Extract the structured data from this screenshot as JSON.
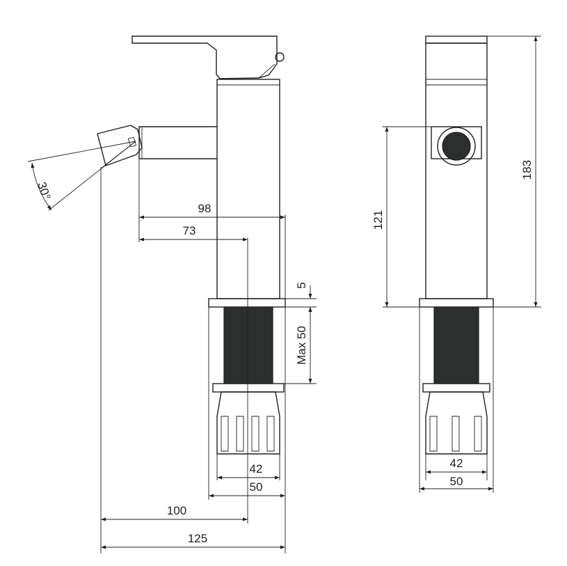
{
  "dimensions": {
    "angle": "30°",
    "spout_reach": "98",
    "spout_to_axis": "73",
    "washer_thickness": "5",
    "max_thickness": "Max 50",
    "front_inner_diameter": "42",
    "front_outer_diameter": "50",
    "outlet_to_axis": "100",
    "overall_depth": "125",
    "outlet_height": "121",
    "total_height": "183",
    "side_inner_diameter": "42",
    "side_outer_diameter": "50"
  }
}
